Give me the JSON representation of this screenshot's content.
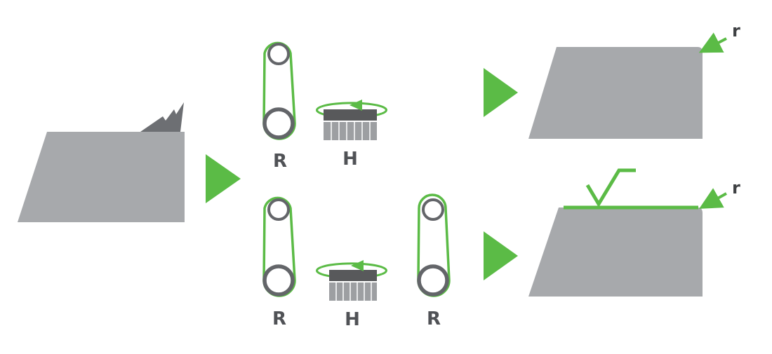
{
  "colors": {
    "workpiece": "#a7a9ac",
    "green": "#5bbb46",
    "dark": "#58595b",
    "belt_gray": "#636569",
    "brush": "#9d9fa2",
    "label": "#505256"
  },
  "labels": {
    "top_roller": "R",
    "top_brush": "H",
    "bottom_roller_left": "R",
    "bottom_brush": "H",
    "bottom_roller_right": "R",
    "edge_radius_top": "r",
    "edge_radius_bottom": "r"
  },
  "icons": [
    "burr-workpiece-icon",
    "arrow-right-icon",
    "belt-roller-icon",
    "rotating-brush-icon",
    "rounded-workpiece-icon",
    "checkmark-icon"
  ]
}
